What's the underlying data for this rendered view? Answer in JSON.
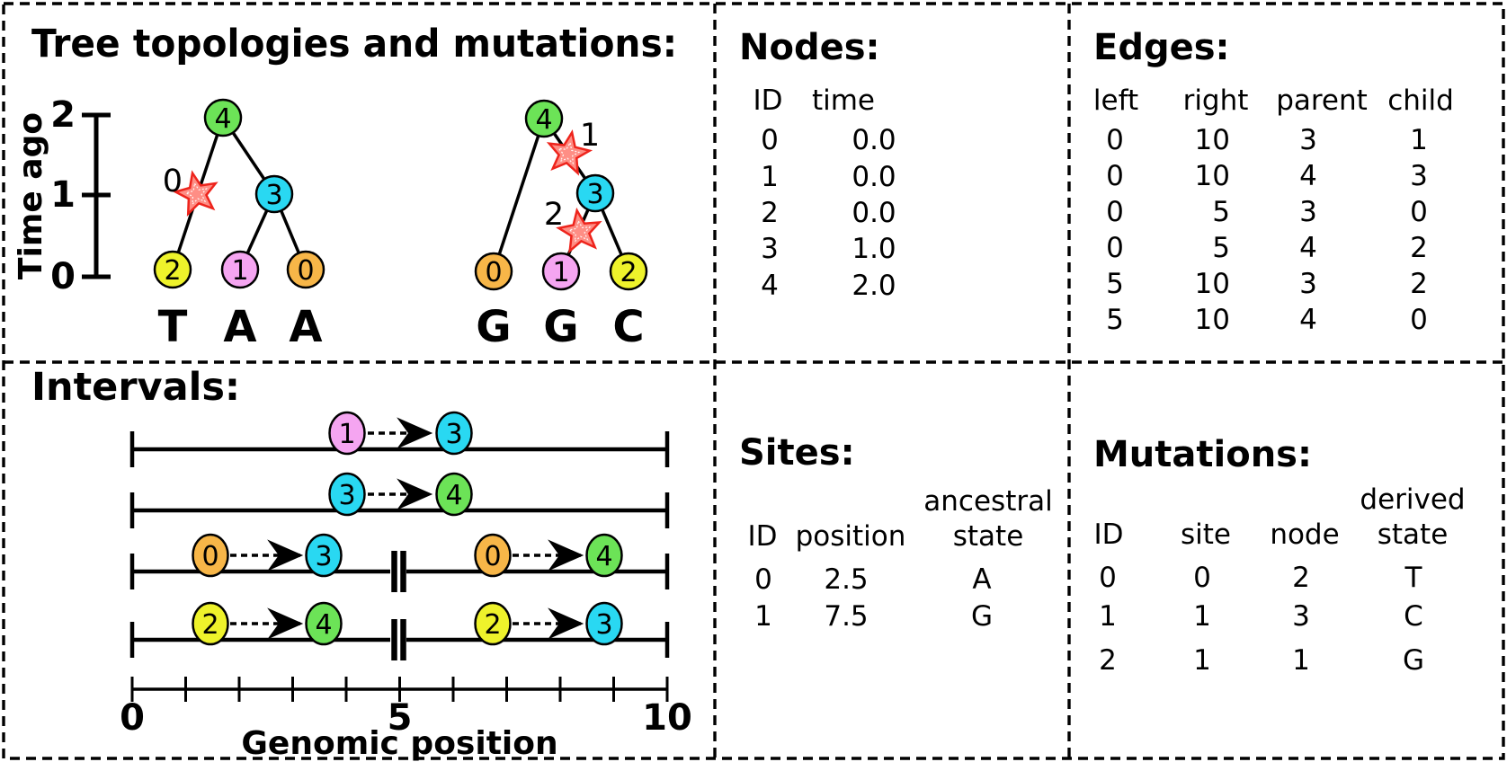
{
  "colors": {
    "node_0_orange": "#f7b648",
    "node_1_pink": "#f5a5f1",
    "node_2_yellow": "#eef22b",
    "node_3_cyan": "#29d8f2",
    "node_4_green": "#6ce357",
    "mutation_fill": "#fe8e85",
    "mutation_stroke": "#ee241c",
    "sequence_gray": "#999999"
  },
  "tree_panel": {
    "title": "Tree topologies and mutations:",
    "time_axis": {
      "label": "Time ago",
      "ticks": [
        "2",
        "1",
        "0"
      ]
    },
    "tree_left": {
      "nodes": [
        "4",
        "3",
        "2",
        "1",
        "0"
      ],
      "mutation_label": "0",
      "sequence": [
        "T",
        "A",
        "A"
      ]
    },
    "tree_right": {
      "nodes": [
        "4",
        "3",
        "0",
        "1",
        "2"
      ],
      "mutation_labels": [
        "1",
        "2"
      ],
      "sequence": [
        "G",
        "G",
        "C"
      ]
    }
  },
  "intervals_panel": {
    "title": "Intervals:",
    "rows": [
      {
        "pairs": [
          {
            "from": "1",
            "to": "3"
          }
        ]
      },
      {
        "pairs": [
          {
            "from": "3",
            "to": "4"
          }
        ]
      },
      {
        "pairs": [
          {
            "from": "0",
            "to": "3"
          },
          {
            "from": "0",
            "to": "4"
          }
        ]
      },
      {
        "pairs": [
          {
            "from": "2",
            "to": "4"
          },
          {
            "from": "2",
            "to": "3"
          }
        ]
      }
    ],
    "axis": {
      "label": "Genomic position",
      "tick_labels": [
        "0",
        "5",
        "10"
      ]
    }
  },
  "nodes_panel": {
    "title": "Nodes:",
    "headers": [
      "ID",
      "time"
    ],
    "rows": [
      [
        "0",
        "0.0"
      ],
      [
        "1",
        "0.0"
      ],
      [
        "2",
        "0.0"
      ],
      [
        "3",
        "1.0"
      ],
      [
        "4",
        "2.0"
      ]
    ]
  },
  "edges_panel": {
    "title": "Edges:",
    "headers": [
      "left",
      "right",
      "parent",
      "child"
    ],
    "rows": [
      [
        "0",
        "10",
        "3",
        "1"
      ],
      [
        "0",
        "10",
        "4",
        "3"
      ],
      [
        "0",
        "5",
        "3",
        "0"
      ],
      [
        "0",
        "5",
        "4",
        "2"
      ],
      [
        "5",
        "10",
        "3",
        "2"
      ],
      [
        "5",
        "10",
        "4",
        "0"
      ]
    ]
  },
  "sites_panel": {
    "title": "Sites:",
    "headers": [
      "ID",
      "position",
      "ancestral",
      "state"
    ],
    "rows": [
      [
        "0",
        "2.5",
        "A"
      ],
      [
        "1",
        "7.5",
        "G"
      ]
    ]
  },
  "mutations_panel": {
    "title": "Mutations:",
    "headers": [
      "ID",
      "site",
      "node",
      "derived",
      "state"
    ],
    "rows": [
      [
        "0",
        "0",
        "2",
        "T"
      ],
      [
        "1",
        "1",
        "3",
        "C"
      ],
      [
        "2",
        "1",
        "1",
        "G"
      ]
    ]
  }
}
